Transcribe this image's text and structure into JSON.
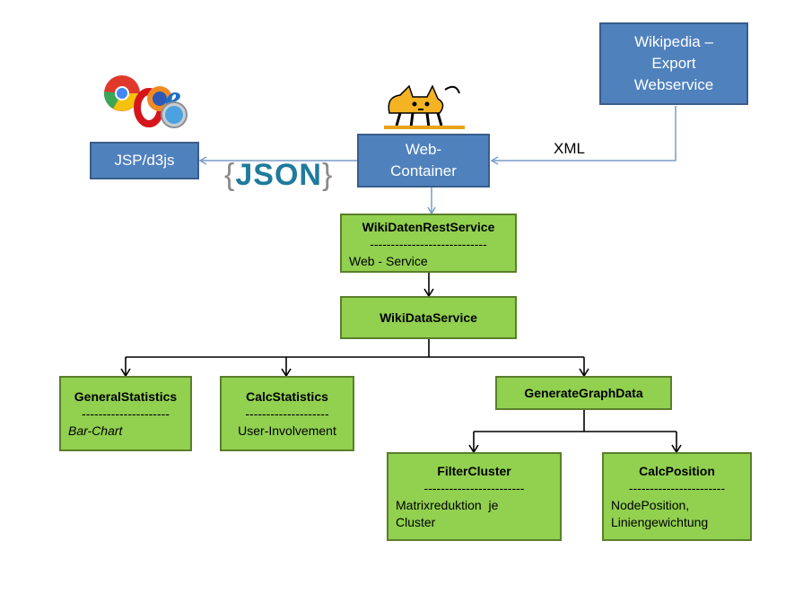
{
  "top": {
    "jsp_box": "JSP/d3js",
    "webcontainer_line1": "Web-",
    "webcontainer_line2": "Container",
    "wikipedia_line1": "Wikipedia –",
    "wikipedia_line2": "Export",
    "wikipedia_line3": "Webservice",
    "json_label": "JSON",
    "json_open": "{",
    "json_close": "}",
    "xml_label": "XML"
  },
  "rest_service": {
    "title": "WikiDatenRestService",
    "divider": "----------------------------",
    "subtitle": "Web - Service"
  },
  "data_service": {
    "title": "WikiDataService"
  },
  "general_statistics": {
    "title": "GeneralStatistics",
    "divider": "---------------------",
    "subtitle": "Bar-Chart"
  },
  "calc_statistics": {
    "title": "CalcStatistics",
    "divider": "--------------------",
    "subtitle": "User-Involvement"
  },
  "generate_graph": {
    "title": "GenerateGraphData"
  },
  "filter_cluster": {
    "title": "FilterCluster",
    "divider": "------------------------",
    "line1": "Matrixreduktion  je",
    "line2": "Cluster"
  },
  "calc_position": {
    "title": "CalcPosition",
    "divider": "-----------------------",
    "line1": "NodePosition,",
    "line2": "Liniengewichtung"
  },
  "colors": {
    "blue_box": "#4f81bd",
    "green_box": "#92d050",
    "connector": "#000000",
    "blue_arrow": "#7a9cc8"
  }
}
